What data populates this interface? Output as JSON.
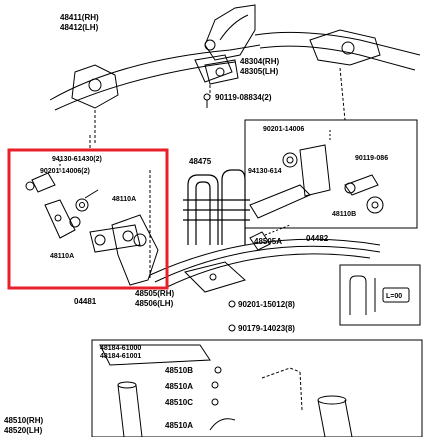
{
  "labels": {
    "p48411": "48411(RH)",
    "p48412": "48412(LH)",
    "p48304": "48304(RH)",
    "p48305": "48305(LH)",
    "p90119_08834": "90119-08834(2)",
    "p90201_14006_top": "90201-14006",
    "p94130_61430": "94130-61430(2)",
    "p90201_14006_2": "90201-14006(2)",
    "p48110A_a": "48110A",
    "p48110A_b": "48110A",
    "p48475": "48475",
    "p94130_614_box": "94130-614",
    "p90119_086": "90119-086",
    "p48110B": "48110B",
    "p48505A": "48505A",
    "p04482": "04482",
    "p04481": "04481",
    "p48505_rh": "48505(RH)",
    "p48506_lh": "48506(LH)",
    "p90201_15012": "90201-15012(8)",
    "p90179_14023": "90179-14023(8)",
    "p48510B": "48510B",
    "p48510A": "48510A",
    "p48510C": "48510C",
    "p48510A_2": "48510A",
    "p48510_rh": "48510(RH)",
    "p48520_lh": "48520(LH)",
    "p_bottom_1": "48184-61000",
    "p_bottom_2": "48184-61001",
    "inset_text": "L=00"
  },
  "highlight": {
    "color": "#e8202a"
  }
}
